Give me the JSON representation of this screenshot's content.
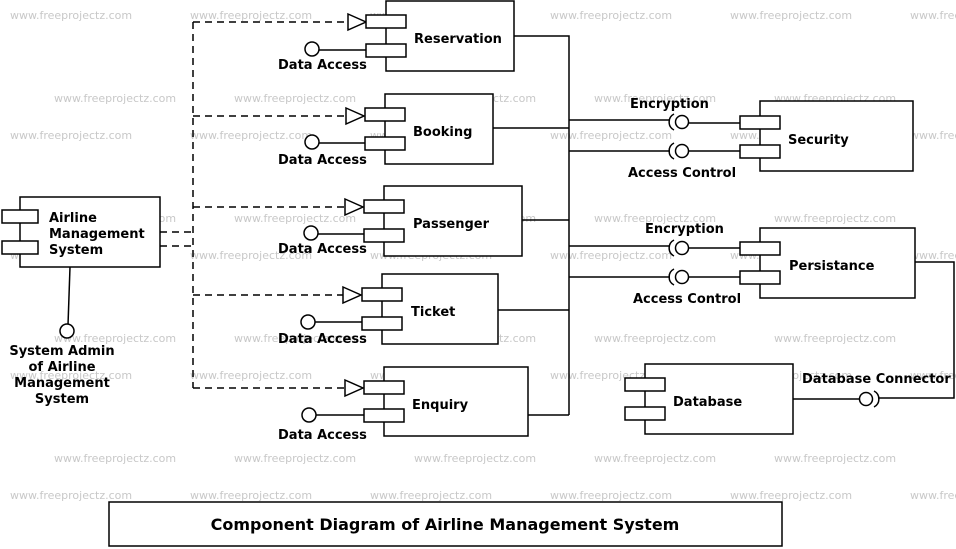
{
  "title": "Component Diagram of Airline Management System",
  "watermark": "www.freeprojectz.com",
  "components": {
    "airline": [
      "Airline",
      "Management",
      "System"
    ],
    "reservation": "Reservation",
    "booking": "Booking",
    "passenger": "Passenger",
    "ticket": "Ticket",
    "enquiry": "Enquiry",
    "security": "Security",
    "persistance": "Persistance",
    "database": "Database"
  },
  "interfaces": {
    "data_access": "Data Access",
    "encryption": "Encryption",
    "access_control": "Access Control",
    "database_connector": "Database Connector",
    "system_admin": [
      "System Admin",
      "of Airline",
      "Management",
      "System"
    ]
  }
}
